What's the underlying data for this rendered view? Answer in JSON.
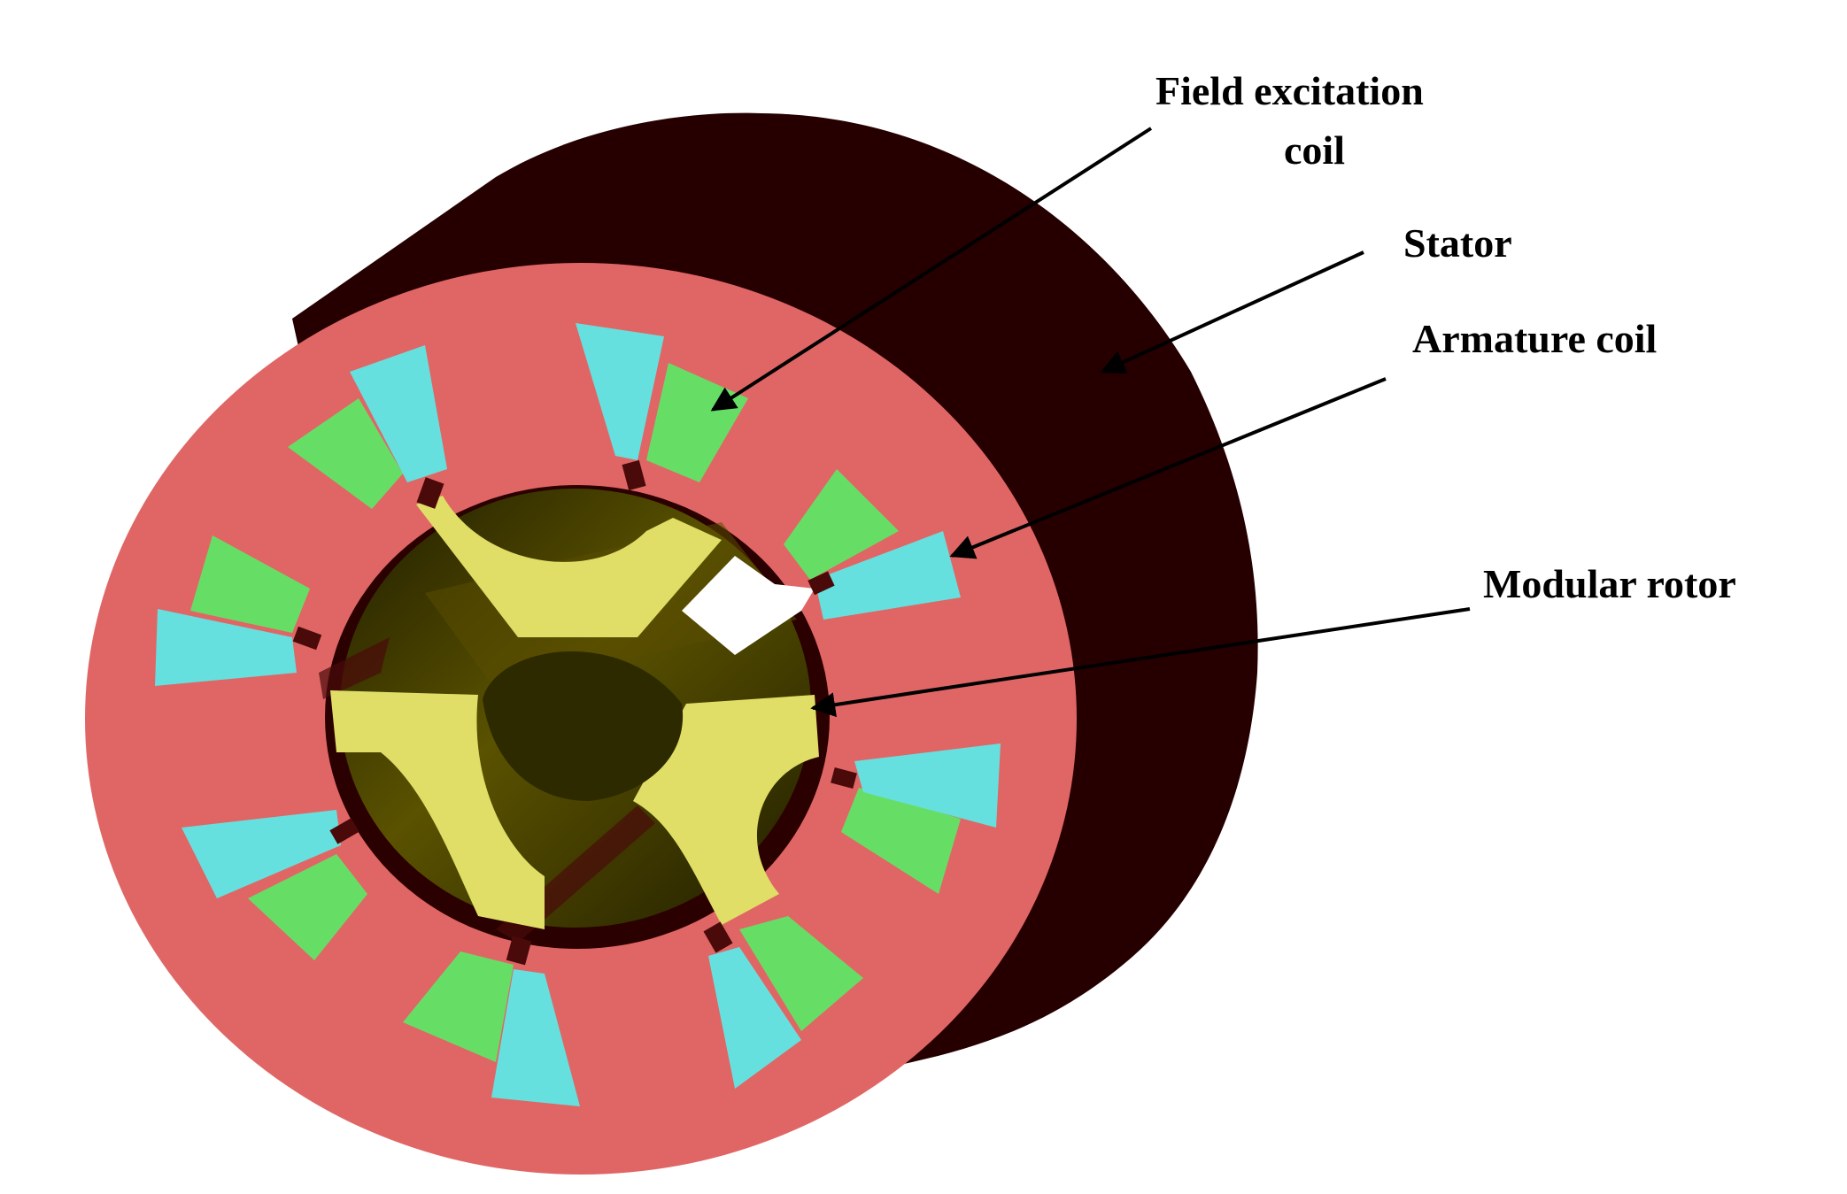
{
  "labels": {
    "field_coil_line1": "Field excitation",
    "field_coil_line2": "coil",
    "stator": "Stator",
    "armature_coil": "Armature coil",
    "modular_rotor": "Modular rotor"
  },
  "colors": {
    "stator_face": "#e06666",
    "stator_body": "#260000",
    "field_coil": "#66de66",
    "armature_coil": "#66e0de",
    "rotor_segment": "#e0de66",
    "rotor_core": "#3a3300",
    "slot_shadow": "#4a0a0a",
    "highlight": "#ffffff"
  }
}
